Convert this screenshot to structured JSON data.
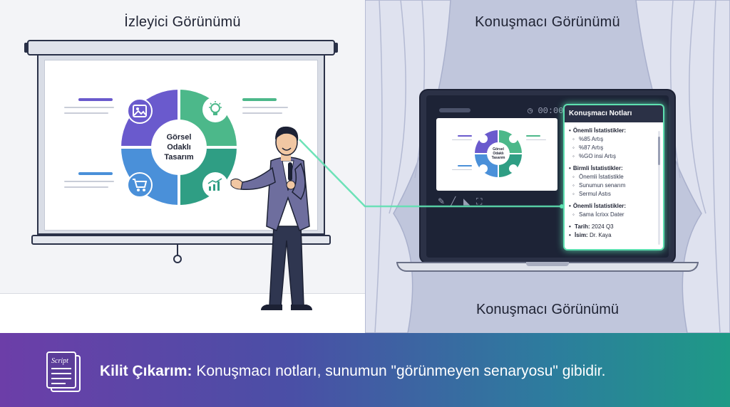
{
  "audience_view": {
    "title": "İzleyici Görünümü",
    "slide": {
      "center_line1": "Görsel",
      "center_line2": "Odaklı",
      "center_line3": "Tasarım",
      "quadrants": [
        {
          "icon": "image-icon",
          "color": "#6a5acd"
        },
        {
          "icon": "lightbulb-icon",
          "color": "#4cb88a"
        },
        {
          "icon": "cart-icon",
          "color": "#4a90d9"
        },
        {
          "icon": "chart-icon",
          "color": "#2f9e84"
        }
      ]
    }
  },
  "speaker_view": {
    "title": "Konuşmacı Görünümü",
    "bottom_title": "Konuşmacı Görünümü",
    "timer": "00:00",
    "mini_slide": {
      "center_line1": "Görsel",
      "center_line2": "Odaklı",
      "center_line3": "Tasarım"
    },
    "notes": {
      "header": "Konuşmacı Notları",
      "sections": [
        {
          "heading": "Önemli İstatistikler:",
          "items": [
            "%85 Artış",
            "%87 Artış",
            "%GO insi Artış"
          ]
        },
        {
          "heading": "Birmli İstatistikler:",
          "items": [
            "Önemli İstatistikle",
            "Sunumun senarım",
            "Sermul Astıs"
          ]
        },
        {
          "heading": "Önemli İstatistikler:",
          "items": [
            "Sama İcrixx Dater"
          ]
        }
      ],
      "date_label": "Tarih:",
      "date_value": "2024 Q3",
      "name_label": "İsim:",
      "name_value": "Dr. Kaya"
    }
  },
  "banner": {
    "icon_text": "Script",
    "key_label": "Kilit Çıkarım:",
    "key_text": " Konuşmacı notları, sunumun \"görünmeyen senaryosu\" gibidir."
  },
  "colors": {
    "laser": "#5ee0b0",
    "banner_start": "#6c3ea8",
    "banner_end": "#1e9a86"
  }
}
